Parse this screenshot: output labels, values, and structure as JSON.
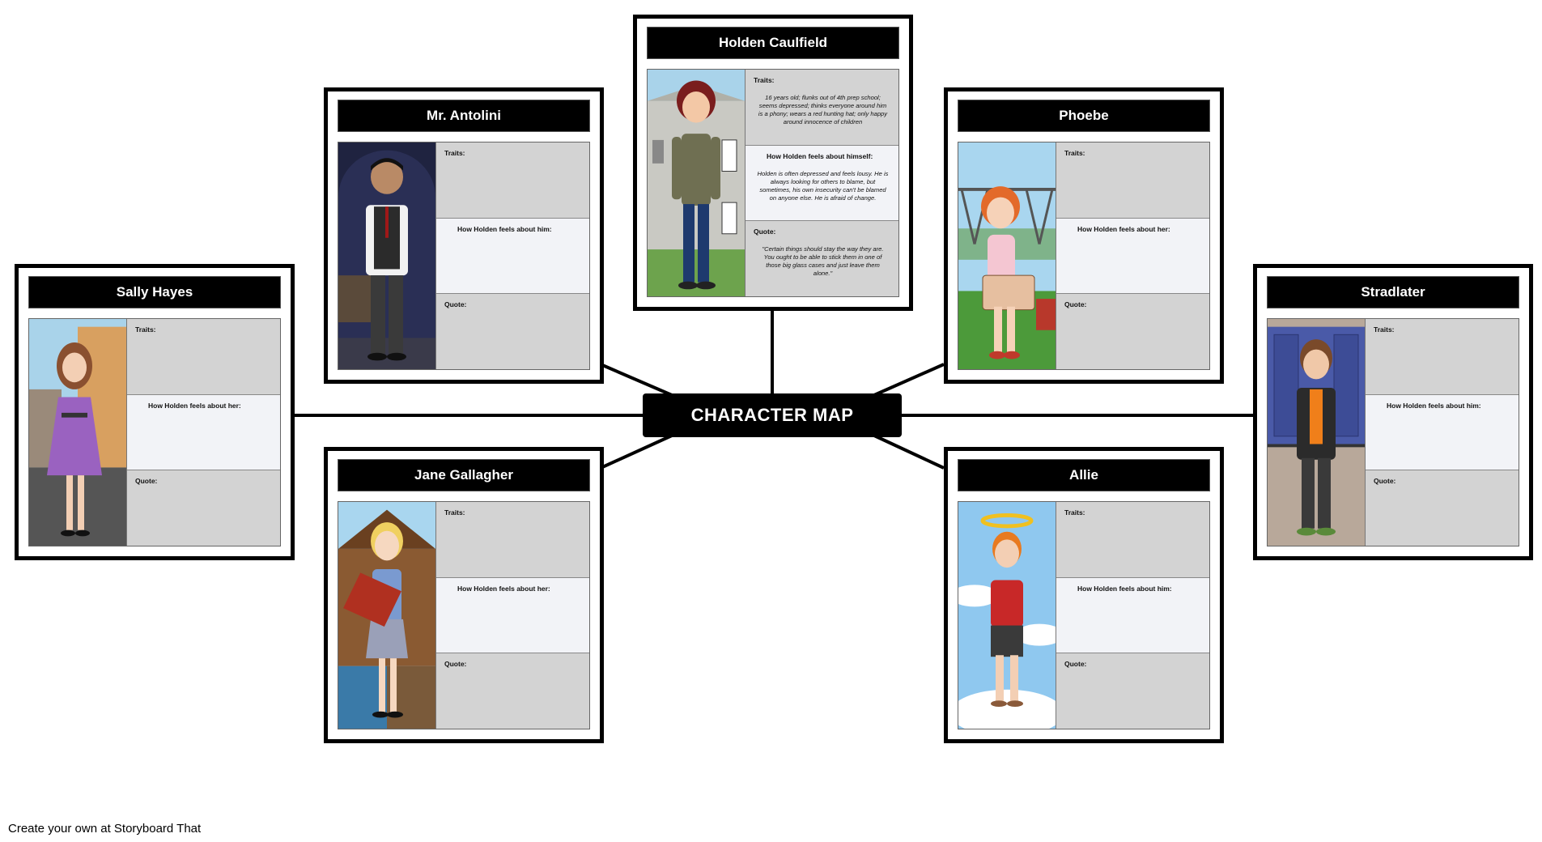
{
  "center_title": "CHARACTER MAP",
  "footer": "Create your own at Storyboard That",
  "characters": [
    {
      "name": "Holden Caulfield",
      "traits_label": "Traits:",
      "traits_text": "16 years old; flunks out of 4th prep school; seems depressed; thinks everyone around him is a phony; wears a red hunting hat; only happy around innocence of children",
      "feels_label": "How Holden feels about himself:",
      "feels_text": "Holden is often depressed and feels lousy. He is always looking for others to blame, but sometimes, his own insecurity can't be blamed on anyone else. He is afraid of change.",
      "quote_label": "Quote:",
      "quote_text": "\"Certain things should stay the way they are. You ought to be able to stick them in one of those big glass cases and just leave them alone.\""
    },
    {
      "name": "Mr. Antolini",
      "traits_label": "Traits:",
      "traits_text": "",
      "feels_label": "How Holden feels about him:",
      "feels_text": "",
      "quote_label": "Quote:",
      "quote_text": ""
    },
    {
      "name": "Phoebe",
      "traits_label": "Traits:",
      "traits_text": "",
      "feels_label": "How Holden feels about her:",
      "feels_text": "",
      "quote_label": "Quote:",
      "quote_text": ""
    },
    {
      "name": "Sally Hayes",
      "traits_label": "Traits:",
      "traits_text": "",
      "feels_label": "How Holden feels about her:",
      "feels_text": "",
      "quote_label": "Quote:",
      "quote_text": ""
    },
    {
      "name": "Stradlater",
      "traits_label": "Traits:",
      "traits_text": "",
      "feels_label": "How Holden feels about him:",
      "feels_text": "",
      "quote_label": "Quote:",
      "quote_text": ""
    },
    {
      "name": "Jane Gallagher",
      "traits_label": "Traits:",
      "traits_text": "",
      "feels_label": "How Holden feels about her:",
      "feels_text": "",
      "quote_label": "Quote:",
      "quote_text": ""
    },
    {
      "name": "Allie",
      "traits_label": "Traits:",
      "traits_text": "",
      "feels_label": "How Holden feels about him:",
      "feels_text": "",
      "quote_label": "Quote:",
      "quote_text": ""
    }
  ]
}
